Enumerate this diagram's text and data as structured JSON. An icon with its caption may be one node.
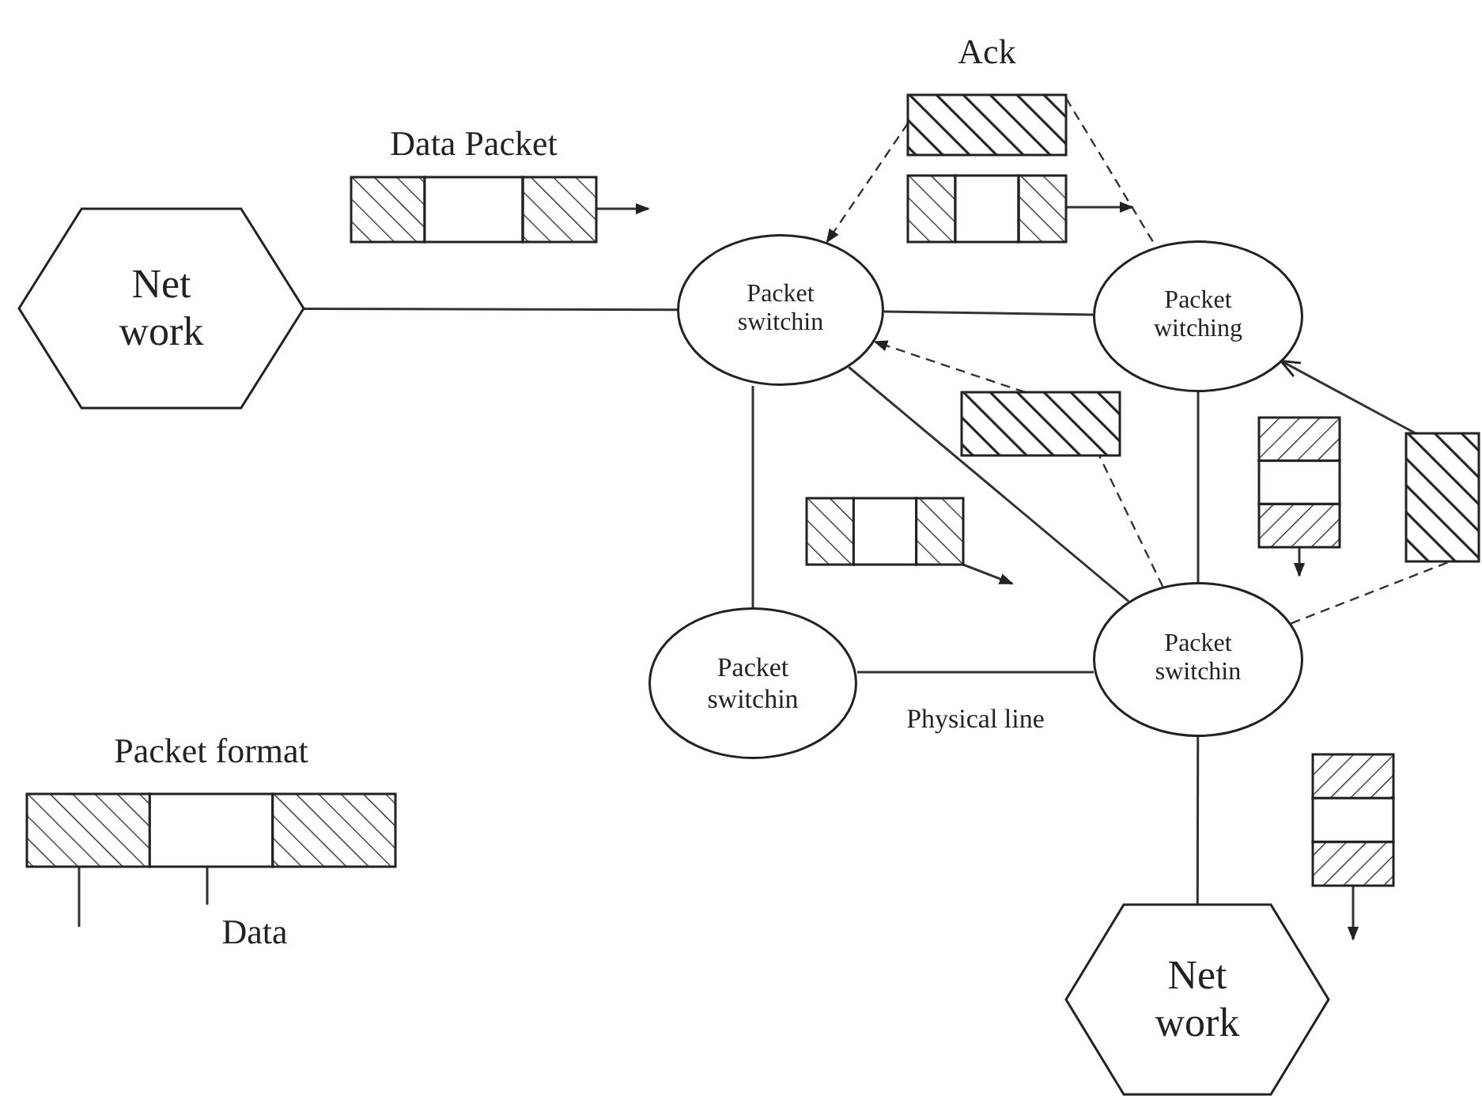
{
  "diagram": {
    "nodes": [
      {
        "text": [
          "Ack"
        ]
      },
      {
        "text": [
          "Data Packet"
        ]
      },
      {
        "text": [],
        "shape": "box"
      },
      {
        "text": [
          "Net work"
        ]
      },
      {
        "text": [
          "Packet switchin"
        ]
      },
      {
        "text": [
          "Packet witching"
        ]
      },
      {
        "text": [],
        "shape": "box"
      },
      {
        "text": [],
        "shape": "box"
      },
      {
        "text": [],
        "shape": "box"
      },
      {
        "text": [],
        "shape": "box"
      },
      {
        "text": [
          "Packet switchin"
        ]
      },
      {
        "text": [
          "Packet switchin"
        ]
      },
      {
        "text": [
          "Packet format"
        ]
      },
      {
        "text": [],
        "shape": "box"
      },
      {
        "text": [
          "Data"
        ]
      },
      {
        "text": [
          "Net work"
        ]
      }
    ],
    "edges": [
      {
        "from": 3,
        "to": 4,
        "arrow": "none"
      },
      {
        "from": 4,
        "to": 5,
        "arrow": "none"
      },
      {
        "from": 4,
        "to": 11,
        "arrow": "none"
      },
      {
        "from": 4,
        "to": 10,
        "arrow": "none"
      },
      {
        "from": 5,
        "to": 10,
        "arrow": "none"
      },
      {
        "from": 11,
        "to": 10,
        "arrow": "none",
        "label": "Physical line"
      },
      {
        "from": 10,
        "to": 15,
        "arrow": "none"
      },
      {
        "from": 0,
        "to": 4,
        "arrow": "to",
        "style": "dashed"
      },
      {
        "from": 0,
        "to": 5,
        "arrow": "none",
        "style": "dashed"
      },
      {
        "from": 6,
        "to": 4,
        "arrow": "to",
        "style": "dashed"
      },
      {
        "from": 10,
        "to": 6,
        "arrow": "none",
        "style": "dashed"
      },
      {
        "from": 10,
        "to": 8,
        "arrow": "none",
        "style": "dashed"
      },
      {
        "from": 8,
        "to": 5,
        "arrow": "to"
      },
      {
        "from": 14,
        "to": 12,
        "arrow": "none"
      },
      {
        "from": null,
        "to": 12,
        "arrow": "none"
      },
      {
        "from": 1,
        "to": null,
        "arrow": "to"
      },
      {
        "from": 2,
        "to": null,
        "arrow": "to"
      },
      {
        "from": 9,
        "to": null,
        "arrow": "to"
      },
      {
        "from": 7,
        "to": null,
        "arrow": "to"
      },
      {
        "from": 13,
        "to": null,
        "arrow": "to"
      }
    ]
  }
}
